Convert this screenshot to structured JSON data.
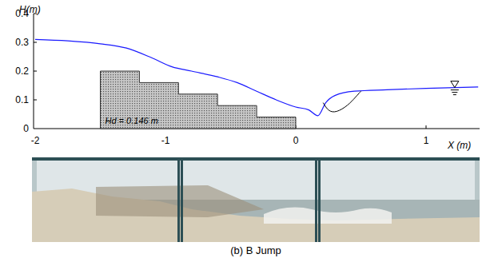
{
  "diagram": {
    "caption": "(b) B Jump",
    "labels": [
      "H(m)",
      "0.4",
      "0.3",
      "0.2",
      "0.1",
      "0",
      "-2",
      "-1",
      "0",
      "1",
      "X (m)",
      "Hd = 0.146 m"
    ]
  }
}
